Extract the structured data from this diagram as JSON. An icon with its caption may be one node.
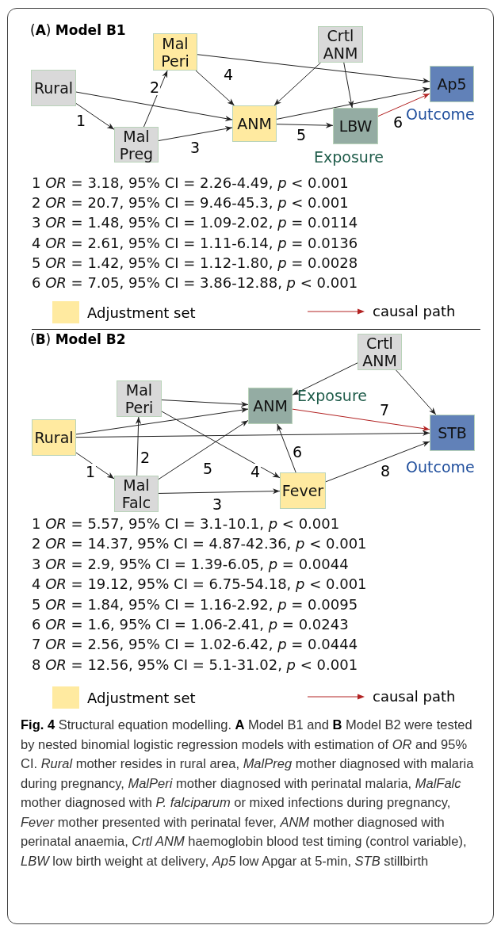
{
  "diagram": {
    "caption": "**Fig. 4** Structural equation modelling. **A** Model B1 and **B** Model B2 were tested by nested binomial logistic regression models with estimation of *OR* and 95% CI. *Rural* mother resides in rural area, *MalPreg* mother diagnosed with malaria during pregnancy, *MalPeri* mother diagnosed with perinatal malaria, *MalFalc* mother diagnosed with *P. falciparum* or mixed infections during pregnancy, *Fever* mother presented with perinatal fever, *ANM* mother diagnosed with perinatal anaemia, *Crtl ANM* haemoglobin blood test timing (control variable), *LBW* low birth weight at delivery, *Ap5* low Apgar at 5-min, *STB* stillbirth",
    "nodes": [
      {
        "text": [
          "Rural"
        ]
      },
      {
        "text": [
          "Mal Preg"
        ]
      },
      {
        "text": [
          "Mal Peri"
        ]
      },
      {
        "text": [
          "ANM"
        ]
      },
      {
        "text": [
          "Crtl ANM"
        ]
      },
      {
        "text": [
          "LBW"
        ],
        "beside": [
          "Exposure"
        ]
      },
      {
        "text": [
          "Ap5"
        ],
        "beside": [
          "Outcome"
        ]
      },
      {
        "text": [
          "Mal Peri"
        ]
      },
      {
        "text": [
          "Crtl ANM"
        ]
      },
      {
        "text": [
          "ANM"
        ],
        "beside": [
          "Exposure"
        ]
      },
      {
        "text": [
          "Rural"
        ]
      },
      {
        "text": [
          "STB"
        ],
        "beside": [
          "Outcome"
        ]
      },
      {
        "text": [
          "Mal Falc"
        ]
      },
      {
        "text": [
          "Fever"
        ]
      }
    ],
    "edges": [
      {
        "from": 0,
        "to": 1,
        "arrow": "to",
        "label": "1"
      },
      {
        "from": 1,
        "to": 2,
        "arrow": "to",
        "label": "2"
      },
      {
        "from": 1,
        "to": 3,
        "arrow": "to",
        "label": "3"
      },
      {
        "from": 2,
        "to": 3,
        "arrow": "to",
        "label": "4"
      },
      {
        "from": 3,
        "to": 5,
        "arrow": "to",
        "label": "5"
      },
      {
        "from": 5,
        "to": 6,
        "arrow": "to",
        "label": "6",
        "color": "#b22222"
      },
      {
        "from": 0,
        "to": 3,
        "arrow": "to"
      },
      {
        "from": 2,
        "to": 6,
        "arrow": "to"
      },
      {
        "from": 4,
        "to": 3,
        "arrow": "to"
      },
      {
        "from": 4,
        "to": 5,
        "arrow": "to"
      },
      {
        "from": 3,
        "to": 6,
        "arrow": "to"
      },
      {
        "from": 10,
        "to": 12,
        "arrow": "to",
        "label": "1"
      },
      {
        "from": 12,
        "to": 7,
        "arrow": "to",
        "label": "2"
      },
      {
        "from": 12,
        "to": 13,
        "arrow": "to",
        "label": "3"
      },
      {
        "from": 7,
        "to": 13,
        "arrow": "to",
        "label": "4"
      },
      {
        "from": 12,
        "to": 9,
        "arrow": "to",
        "label": "5"
      },
      {
        "from": 13,
        "to": 9,
        "arrow": "to",
        "label": "6"
      },
      {
        "from": 9,
        "to": 11,
        "arrow": "to",
        "label": "7",
        "color": "#b22222"
      },
      {
        "from": 13,
        "to": 11,
        "arrow": "to",
        "label": "8"
      },
      {
        "from": 8,
        "to": 9,
        "arrow": "to"
      },
      {
        "from": 8,
        "to": 11,
        "arrow": "to"
      },
      {
        "from": 7,
        "to": 9,
        "arrow": "to"
      },
      {
        "from": 10,
        "to": 9,
        "arrow": "to"
      },
      {
        "from": 10,
        "to": 11,
        "arrow": "to"
      }
    ],
    "labels": [
      "(**A**) **Model B1**",
      "1 *OR* = 3.18, 95% CI = 2.26-4.49, *p* < 0.001",
      "2 *OR* = 20.7, 95% CI = 9.46-45.3, *p* < 0.001",
      "3 *OR* = 1.48, 95% CI = 1.09-2.02, *p* = 0.0114",
      "4 *OR* = 2.61, 95% CI = 1.11-6.14, *p* = 0.0136",
      "5 *OR* = 1.42, 95% CI = 1.12-1.80, *p* = 0.0028",
      "6 *OR* = 7.05, 95% CI = 3.86-12.88, *p* < 0.001",
      "(**B**) **Model B2**",
      "1 *OR* = 5.57, 95% CI = 3.1-10.1, *p* < 0.001",
      "2 *OR* = 14.37, 95% CI = 4.87-42.36, *p* < 0.001",
      "3 *OR* = 2.9, 95% CI = 1.39-6.05, *p* = 0.0044",
      "4 *OR* = 19.12, 95% CI = 6.75-54.18, *p* < 0.001",
      "5 *OR* = 1.84, 95% CI = 1.16-2.92, *p* = 0.0095",
      "6 *OR* = 1.6, 95% CI = 1.06-2.41, *p* = 0.0243",
      "7 *OR* = 2.56, 95% CI = 1.02-6.42, *p* = 0.0444",
      "8 *OR* = 12.56, 95% CI = 5.1-31.02, *p* < 0.001"
    ],
    "legend": [
      {
        "text": "Adjustment set",
        "color": "#ffeaa0"
      },
      {
        "text": "causal path"
      },
      {
        "text": "Adjustment set",
        "color": "#ffeaa0"
      },
      {
        "text": "causal path"
      }
    ]
  }
}
